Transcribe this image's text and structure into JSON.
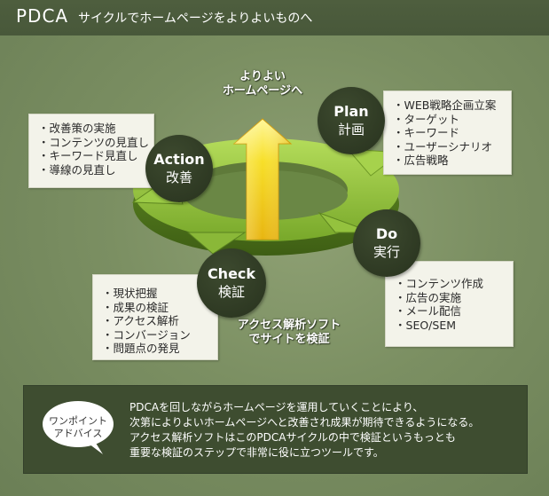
{
  "header": {
    "title": "PDCA",
    "subtitle": "サイクルでホームページをよりよいものへ"
  },
  "goal_caption": [
    "よりよい",
    "ホームページへ"
  ],
  "check_caption": [
    "アクセス解析ソフト",
    "でサイトを検証"
  ],
  "stages": {
    "plan": {
      "en": "Plan",
      "ja": "計画",
      "items": [
        "WEB戦略企画立案",
        "ターゲット",
        "キーワード",
        "ユーザーシナリオ",
        "広告戦略"
      ]
    },
    "do": {
      "en": "Do",
      "ja": "実行",
      "items": [
        "コンテンツ作成",
        "広告の実施",
        "メール配信",
        "SEO/SEM"
      ]
    },
    "check": {
      "en": "Check",
      "ja": "検証",
      "items": [
        "現状把握",
        "成果の検証",
        "アクセス解析",
        "コンバージョン",
        "問題点の発見"
      ]
    },
    "action": {
      "en": "Action",
      "ja": "改善",
      "items": [
        "改善策の実施",
        "コンテンツの見直し",
        "キーワード見直し",
        "導線の見直し"
      ]
    }
  },
  "advice": {
    "badge": [
      "ワンポイント",
      "アドバイス"
    ],
    "lines": [
      "PDCAを回しながらホームページを運用していくことにより、",
      "次第によりよいホームページへと改善され成果が期待できるようになる。",
      "アクセス解析ソフトはこのPDCAサイクルの中で検証というもっとも",
      "重要な検証のステップで非常に役に立つツールです。"
    ]
  },
  "colors": {
    "background": "#6b7f56",
    "title_bar": "#4e5e3e",
    "circle": "#2f3a24",
    "ring_green": "#8fbf3a",
    "arrow_yellow": "#f2d21e",
    "panel": "#3e4d30"
  }
}
